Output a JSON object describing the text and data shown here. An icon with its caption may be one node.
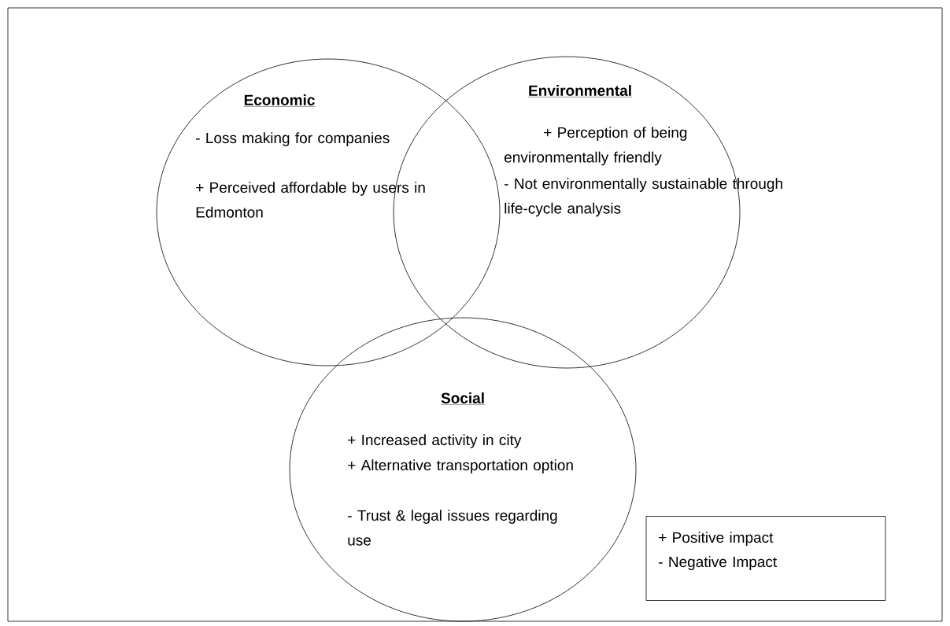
{
  "diagram": {
    "nodes": [
      {
        "text": [
          "Economic",
          "- Loss making for companies",
          "+ Perceived affordable by users in Edmonton"
        ]
      },
      {
        "text": [
          "Environmental",
          "+ Perception of being environmentally friendly",
          "- Not environmentally sustainable through life-cycle analysis"
        ]
      },
      {
        "text": [
          "Social",
          "+ Increased activity in city",
          "+ Alternative transportation option",
          "- Trust & legal issues regarding use"
        ]
      },
      {
        "text": [
          "+ Positive impact",
          "- Negative Impact"
        ]
      }
    ]
  }
}
